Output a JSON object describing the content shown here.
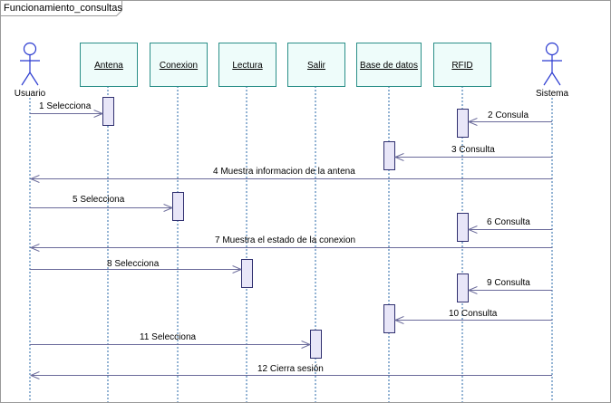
{
  "frame": {
    "title": "Funcionamiento_consultas"
  },
  "actors": [
    {
      "id": "usuario",
      "name": "Usuario"
    },
    {
      "id": "sistema",
      "name": "Sistema"
    }
  ],
  "objects": [
    {
      "id": "antena",
      "name": "Antena"
    },
    {
      "id": "conexion",
      "name": "Conexion"
    },
    {
      "id": "lectura",
      "name": "Lectura"
    },
    {
      "id": "salir",
      "name": "Salir"
    },
    {
      "id": "basedatos",
      "name": "Base de datos"
    },
    {
      "id": "rfid",
      "name": "RFID"
    }
  ],
  "messages": [
    {
      "from": "usuario",
      "to": "antena",
      "label": "1 Selecciona"
    },
    {
      "from": "sistema",
      "to": "rfid",
      "label": "2 Consula"
    },
    {
      "from": "sistema",
      "to": "basedatos",
      "label": "3 Consulta"
    },
    {
      "from": "sistema",
      "to": "usuario",
      "label": "4 Muestra informacion  de la antena"
    },
    {
      "from": "usuario",
      "to": "conexion",
      "label": "5 Selecciona"
    },
    {
      "from": "sistema",
      "to": "rfid",
      "label": "6 Consulta"
    },
    {
      "from": "sistema",
      "to": "usuario",
      "label": "7 Muestra el estado de la conexion"
    },
    {
      "from": "usuario",
      "to": "lectura",
      "label": "8 Selecciona"
    },
    {
      "from": "sistema",
      "to": "rfid",
      "label": "9 Consulta"
    },
    {
      "from": "sistema",
      "to": "basedatos",
      "label": "10 Consulta"
    },
    {
      "from": "usuario",
      "to": "salir",
      "label": "11 Selecciona"
    },
    {
      "from": "sistema",
      "to": "usuario",
      "label": "12 Cierra sesión"
    }
  ],
  "colors": {
    "object_fill": "#eefcfa",
    "object_border": "#2b8f88",
    "activation_fill": "#e8e6f8",
    "activation_border": "#303070",
    "message_line": "#6a6a9a",
    "lifeline": "#2a6aa8",
    "actor": "#2a3ad0"
  }
}
